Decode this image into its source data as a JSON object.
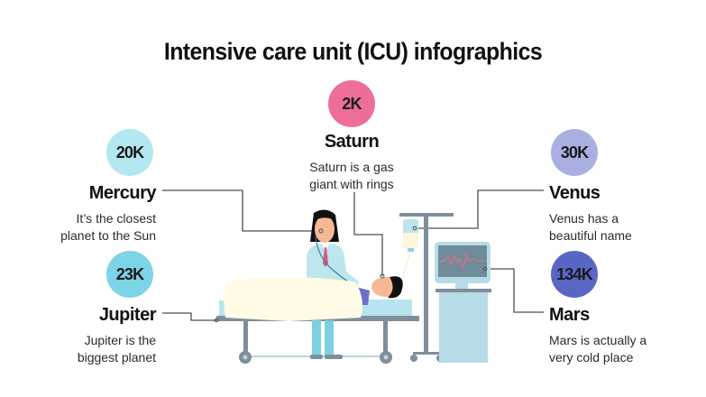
{
  "title": "Intensive care unit (ICU) infographics",
  "colors": {
    "mercury": "#b3e8f0",
    "jupiter": "#7dd4e6",
    "saturn": "#ee6e9b",
    "venus": "#a9b0e1",
    "mars": "#5a66c4",
    "connector": "#4a4f55"
  },
  "items": {
    "mercury": {
      "value": "20K",
      "label": "Mercury",
      "desc1": "It’s the closest",
      "desc2": "planet to the Sun"
    },
    "jupiter": {
      "value": "23K",
      "label": "Jupiter",
      "desc1": "Jupiter is the",
      "desc2": "biggest planet"
    },
    "saturn": {
      "value": "2K",
      "label": "Saturn",
      "desc1": "Saturn is a gas",
      "desc2": "giant with rings"
    },
    "venus": {
      "value": "30K",
      "label": "Venus",
      "desc1": "Venus has a",
      "desc2": "beautiful name"
    },
    "mars": {
      "value": "134K",
      "label": "Mars",
      "desc1": "Mars is actually a",
      "desc2": "very cold place"
    }
  },
  "illustration": {
    "description": "Doctor with stethoscope examining patient in hospital bed, IV drip stand and heart monitor"
  }
}
